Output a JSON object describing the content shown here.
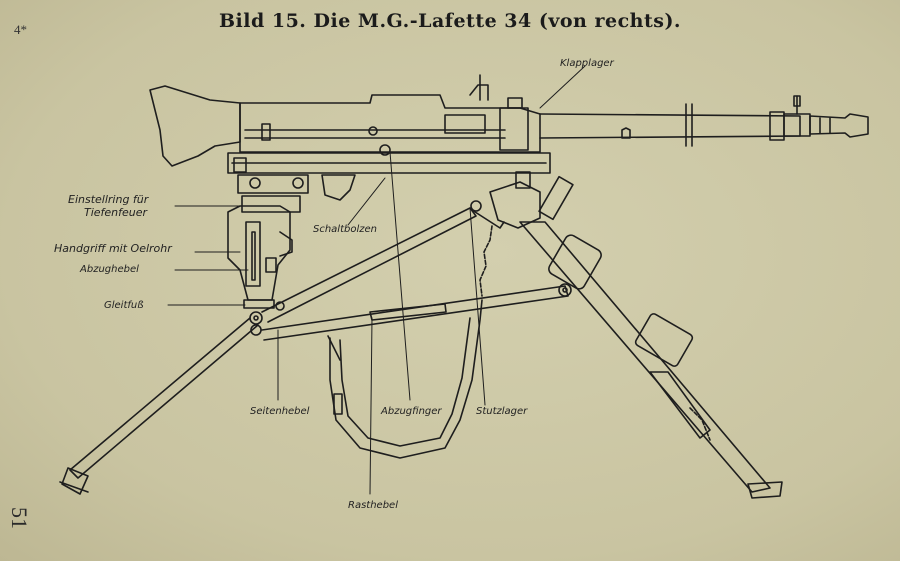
{
  "header": {
    "title": "Bild 15. Die M.G.-Lafette 34 (von rechts).",
    "corner_mark": "4*"
  },
  "footer": {
    "page_number": "51"
  },
  "labels": {
    "klapplager": "Klapplager",
    "einstellring_line1": "Einstellring für",
    "einstellring_line2": "Tiefenfeuer",
    "handgriff": "Handgriff mit Oelrohr",
    "abzughebel": "Abzughebel",
    "gleitfuss": "Gleitfuß",
    "schaltbolzen": "Schaltbolzen",
    "seitenhebel": "Seitenhebel",
    "abzugfinger": "Abzugfinger",
    "stutzlager": "Stutzlager",
    "rasthebel": "Rasthebel"
  }
}
